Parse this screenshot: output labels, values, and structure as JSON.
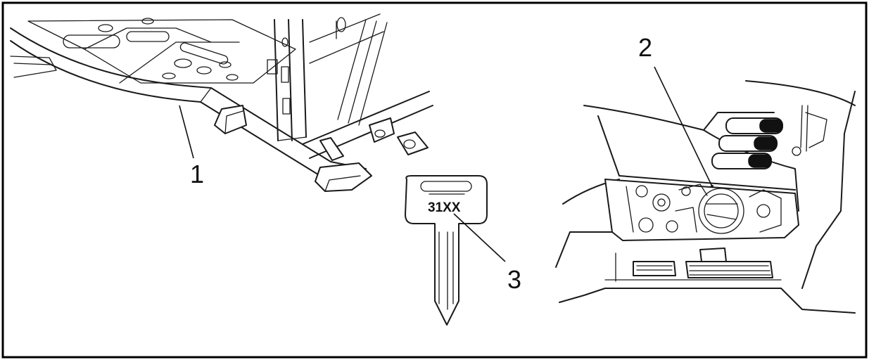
{
  "callouts": {
    "frame_member": "1",
    "engine_detail": "2",
    "key_number": "3"
  },
  "key": {
    "stamp": "31XX"
  },
  "colors": {
    "line": "#1a1a1a",
    "background": "#ffffff",
    "border": "#000000"
  }
}
